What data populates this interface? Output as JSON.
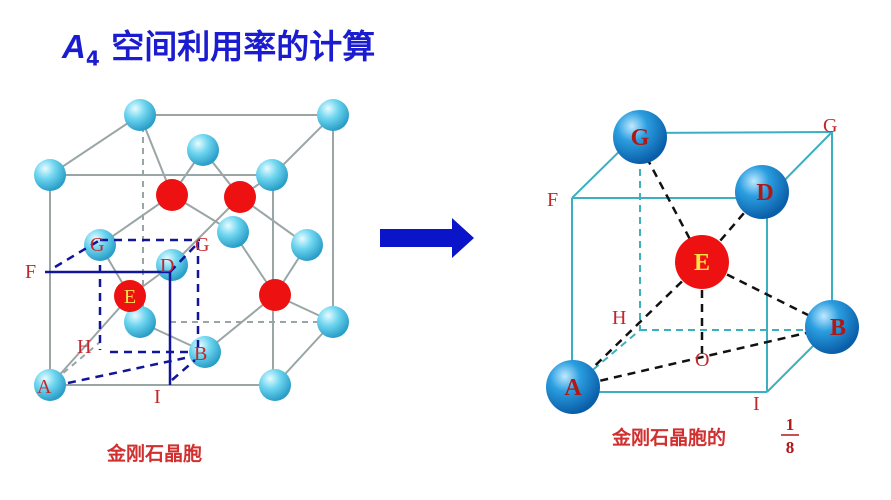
{
  "title": {
    "symbol": "A",
    "subscript": "4",
    "text": "空间利用率的计算"
  },
  "left_diagram": {
    "caption": "金刚石晶胞",
    "labels": {
      "G1": "G",
      "G2": "G",
      "F": "F",
      "D": "D",
      "E": "E",
      "H": "H",
      "B": "B",
      "A": "A",
      "I": "I"
    }
  },
  "right_diagram": {
    "caption": "金刚石晶胞的",
    "fraction_numerator": "1",
    "fraction_denominator": "8",
    "labels": {
      "C": "G",
      "G": "G",
      "F": "F",
      "D": "D",
      "E": "E",
      "H": "H",
      "B": "B",
      "A": "A",
      "O": "O",
      "I": "I"
    }
  },
  "arrow": {
    "direction": "right"
  },
  "colors": {
    "title": "#1b1bd0",
    "carbon_cyan": "#5fd0ee",
    "carbon_red": "#ee1111",
    "arrow": "#0a14c8",
    "labels": "#c0282d",
    "right_cube": "#3cb0c0"
  }
}
